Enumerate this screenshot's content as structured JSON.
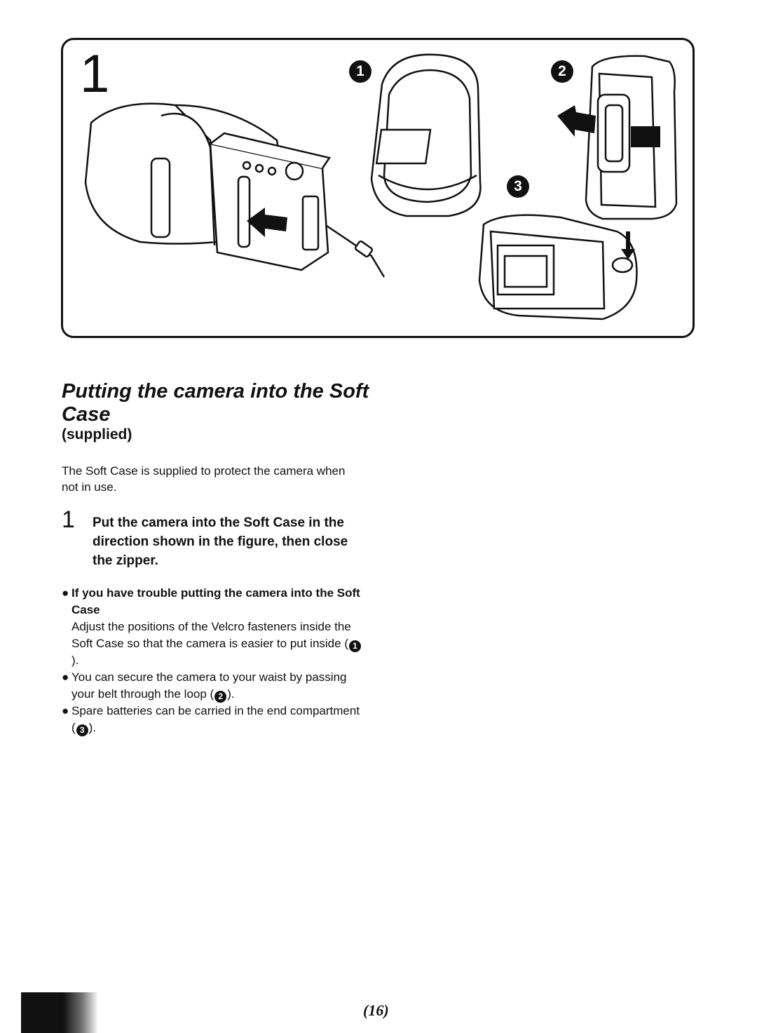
{
  "figure": {
    "number": "1",
    "markers": [
      "1",
      "2",
      "3"
    ]
  },
  "section": {
    "title": "Putting the camera into the Soft Case",
    "subtitle": "(supplied)",
    "intro": "The Soft Case is supplied to protect the camera when not in use."
  },
  "step": {
    "number": "1",
    "text": "Put the camera into the Soft Case in the direction shown in the figure, then close the zipper."
  },
  "notes": {
    "trouble_heading": "If you have trouble putting the camera into the Soft Case",
    "trouble_body": "Adjust the positions of the Velcro fasteners inside the Soft Case so that the camera is easier to put inside (",
    "waist_text": "You can secure the camera to your waist by passing your belt through the loop (",
    "batteries_text": "Spare batteries can be carried in the end compartment (",
    "close_paren": ")."
  },
  "footer": {
    "page_number": "(16)"
  }
}
